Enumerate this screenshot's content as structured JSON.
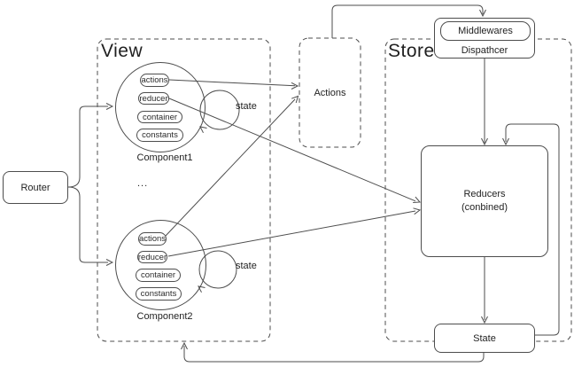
{
  "colors": {
    "stroke": "#4d4d4d",
    "text": "#1f1f1f",
    "background": "#ffffff"
  },
  "diagram": {
    "groups": {
      "view": {
        "label": "View"
      },
      "store": {
        "label": "Store"
      }
    },
    "nodes": {
      "router": {
        "label": "Router"
      },
      "actions": {
        "label": "Actions"
      },
      "middlewares": {
        "label": "Middlewares"
      },
      "dispatcher": {
        "label": "Dispathcer"
      },
      "reducers": {
        "line1": "Reducers",
        "line2": "(conbined)"
      },
      "state": {
        "label": "State"
      }
    },
    "components": [
      {
        "label": "Component1",
        "items": [
          "actions",
          "reducer",
          "container",
          "constants"
        ],
        "state_label": "state"
      },
      {
        "label": "Component2",
        "items": [
          "actions",
          "reducer",
          "container",
          "constants"
        ],
        "state_label": "state"
      }
    ],
    "ellipsis": "...",
    "edges": [
      {
        "from": "router",
        "to": "component1"
      },
      {
        "from": "router",
        "to": "component2"
      },
      {
        "from": "component1.actions",
        "to": "actions"
      },
      {
        "from": "component2.actions",
        "to": "actions"
      },
      {
        "from": "component1.reducer",
        "to": "reducers"
      },
      {
        "from": "component2.reducer",
        "to": "reducers"
      },
      {
        "from": "actions",
        "to": "dispatcher"
      },
      {
        "from": "dispatcher",
        "to": "reducers"
      },
      {
        "from": "reducers",
        "to": "state"
      },
      {
        "from": "state",
        "to": "reducers"
      },
      {
        "from": "state",
        "to": "view"
      },
      {
        "from": "component1",
        "to": "component1",
        "label": "state"
      },
      {
        "from": "component2",
        "to": "component2",
        "label": "state"
      }
    ]
  }
}
